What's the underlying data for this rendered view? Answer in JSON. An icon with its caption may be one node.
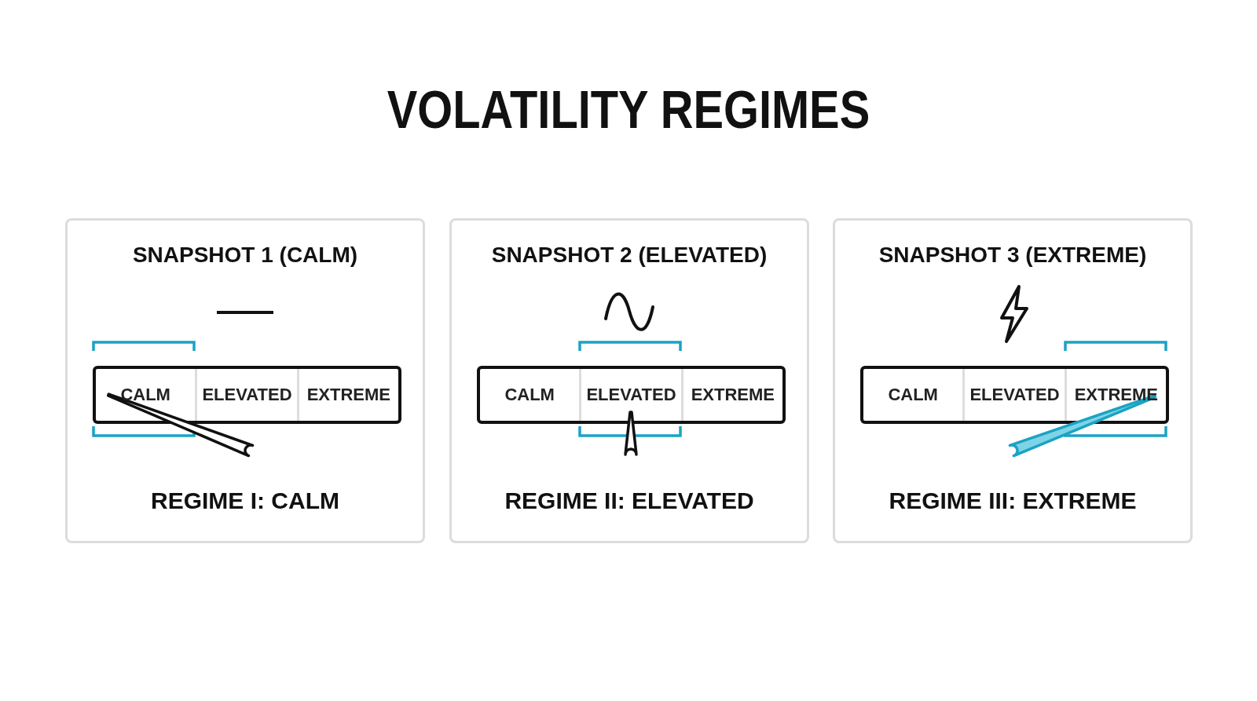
{
  "diagram": {
    "title": "VOLATILITY REGIMES",
    "nodes": [
      {
        "text": [
          "SNAPSHOT 1 (CALM)",
          "REGIME I: CALM"
        ]
      },
      {
        "text": [],
        "shape": "box",
        "in": 0
      },
      {
        "text": [
          "CALM"
        ],
        "in": 1
      },
      {
        "text": [
          "ELEVATED"
        ],
        "in": 1
      },
      {
        "text": [
          "EXTREME"
        ],
        "in": 1
      },
      {
        "text": [],
        "shape": "needle",
        "in": 0
      },
      {
        "text": [
          "SNAPSHOT 2 (ELEVATED)",
          "REGIME II: ELEVATED"
        ]
      },
      {
        "text": [],
        "shape": "box",
        "in": 6
      },
      {
        "text": [
          "CALM"
        ],
        "in": 7
      },
      {
        "text": [
          "ELEVATED"
        ],
        "in": 7
      },
      {
        "text": [
          "EXTREME"
        ],
        "in": 7
      },
      {
        "text": [],
        "shape": "needle",
        "in": 6
      },
      {
        "text": [
          "SNAPSHOT 3 (EXTREME)",
          "REGIME III: EXTREME"
        ]
      },
      {
        "text": [],
        "shape": "box",
        "in": 12
      },
      {
        "text": [
          "CALM"
        ],
        "in": 13
      },
      {
        "text": [
          "ELEVATED"
        ],
        "in": 13
      },
      {
        "text": [
          "EXTREME"
        ],
        "in": 13
      },
      {
        "text": [],
        "shape": "needle",
        "in": 12
      }
    ]
  }
}
